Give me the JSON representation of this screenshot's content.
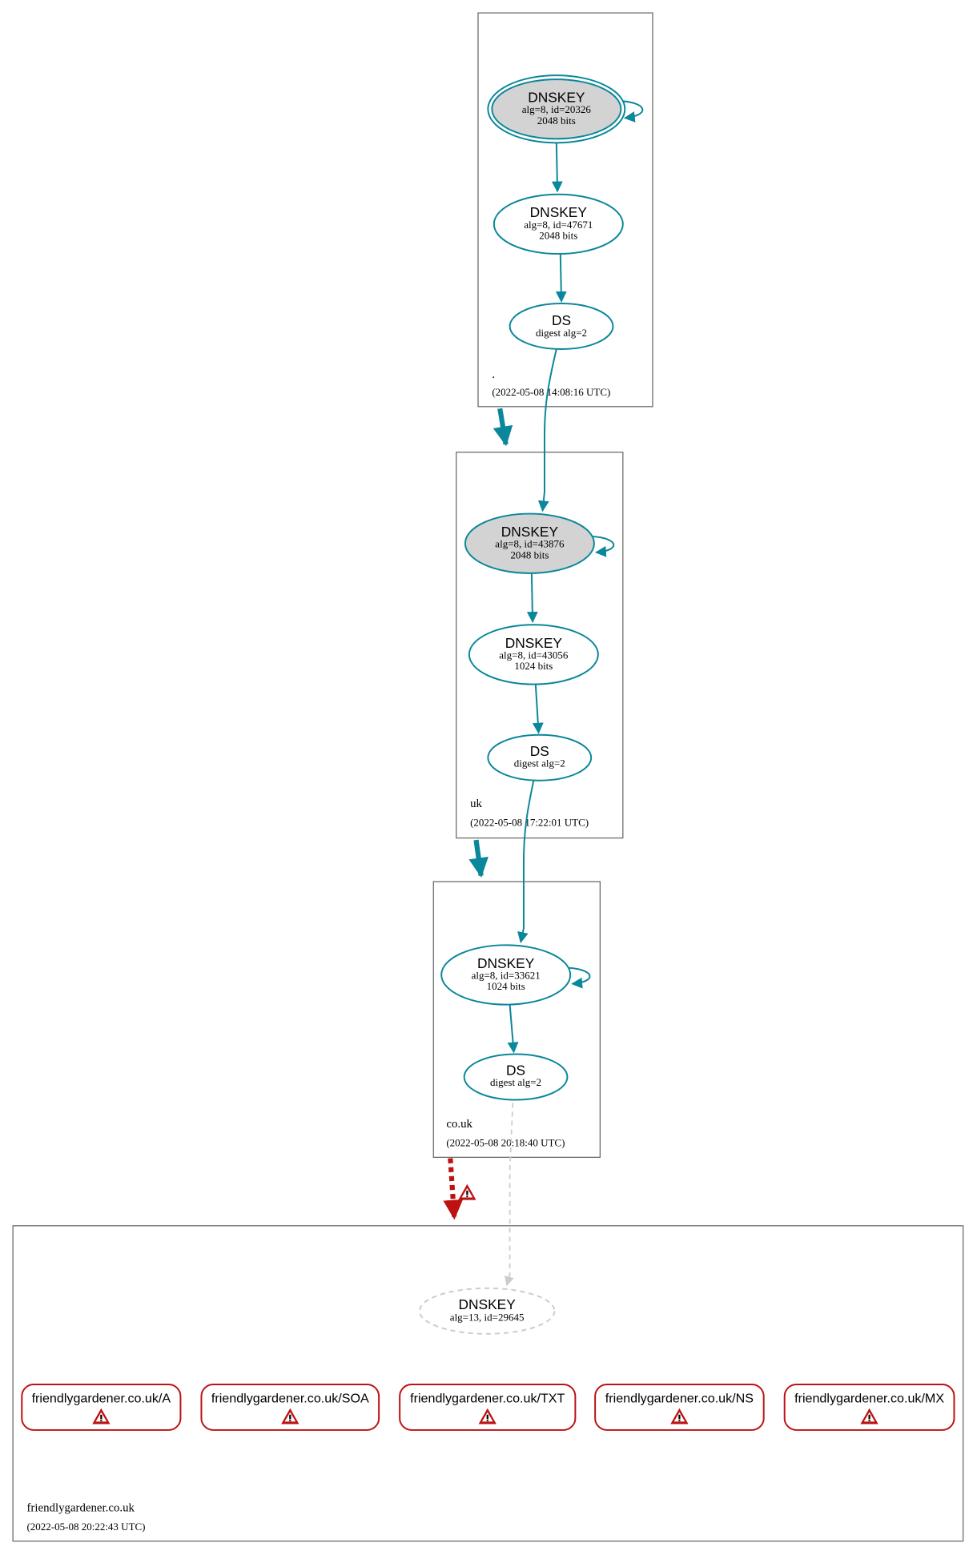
{
  "colors": {
    "secure": "#0a879a",
    "error": "#be1111",
    "insecure": "#cccccc",
    "ksk_fill": "#d3d3d3"
  },
  "zones": [
    {
      "name": ".",
      "date": "(2022-05-08 14:08:16 UTC)",
      "nodes": [
        {
          "type": "DNSKEY",
          "line1": "alg=8, id=20326",
          "line2": "2048 bits"
        },
        {
          "type": "DNSKEY",
          "line1": "alg=8, id=47671",
          "line2": "2048 bits"
        },
        {
          "type": "DS",
          "line1": "digest alg=2"
        }
      ]
    },
    {
      "name": "uk",
      "date": "(2022-05-08 17:22:01 UTC)",
      "nodes": [
        {
          "type": "DNSKEY",
          "line1": "alg=8, id=43876",
          "line2": "2048 bits"
        },
        {
          "type": "DNSKEY",
          "line1": "alg=8, id=43056",
          "line2": "1024 bits"
        },
        {
          "type": "DS",
          "line1": "digest alg=2"
        }
      ]
    },
    {
      "name": "co.uk",
      "date": "(2022-05-08 20:18:40 UTC)",
      "nodes": [
        {
          "type": "DNSKEY",
          "line1": "alg=8, id=33621",
          "line2": "1024 bits"
        },
        {
          "type": "DS",
          "line1": "digest alg=2"
        }
      ]
    },
    {
      "name": "friendlygardener.co.uk",
      "date": "(2022-05-08 20:22:43 UTC)",
      "nodes": [
        {
          "type": "DNSKEY",
          "line1": "alg=13, id=29645"
        }
      ],
      "records": [
        {
          "label": "friendlygardener.co.uk/A",
          "icon": "warning-icon"
        },
        {
          "label": "friendlygardener.co.uk/SOA",
          "icon": "warning-icon"
        },
        {
          "label": "friendlygardener.co.uk/TXT",
          "icon": "warning-icon"
        },
        {
          "label": "friendlygardener.co.uk/NS",
          "icon": "warning-icon"
        },
        {
          "label": "friendlygardener.co.uk/MX",
          "icon": "warning-icon"
        }
      ]
    }
  ]
}
